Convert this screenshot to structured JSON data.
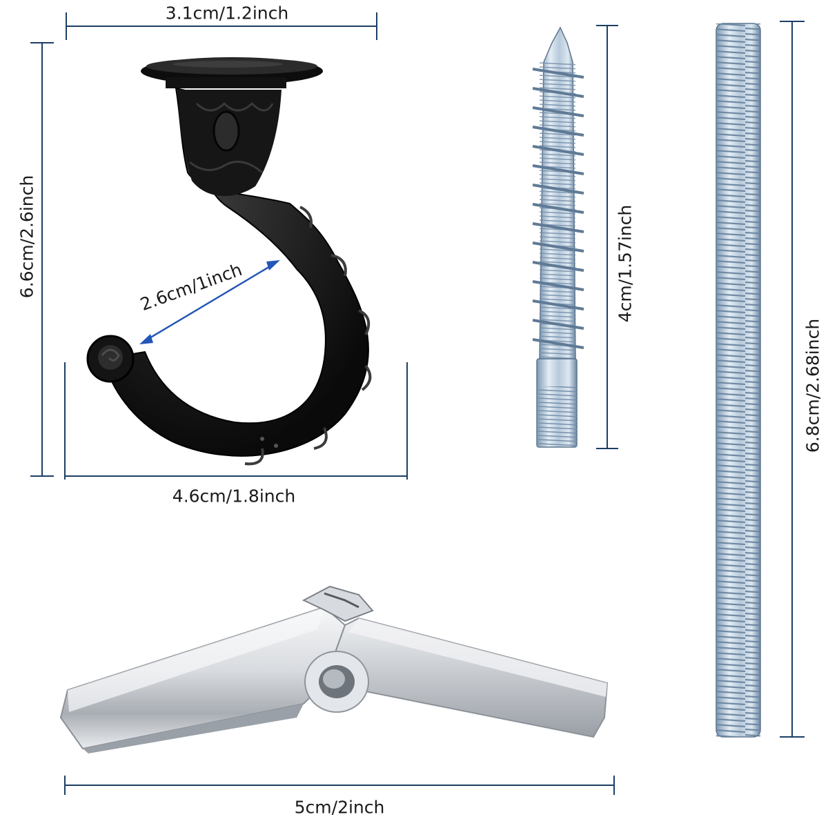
{
  "dimensions": {
    "hook_base_width": "3.1cm/1.2inch",
    "hook_height": "6.6cm/2.6inch",
    "hook_opening": "2.6cm/1inch",
    "hook_width": "4.6cm/1.8inch",
    "screw_length": "4cm/1.57inch",
    "rod_length": "6.8cm/2.68inch",
    "toggle_length": "5cm/2inch"
  },
  "colors": {
    "dimension_line": "#1b3e63",
    "opening_arrow": "#2456b8",
    "hook_black": "#111111",
    "zinc_light": "#d4e2ee",
    "zinc_dark": "#6e8aa6",
    "toggle_silver": "#c9cdd2"
  }
}
